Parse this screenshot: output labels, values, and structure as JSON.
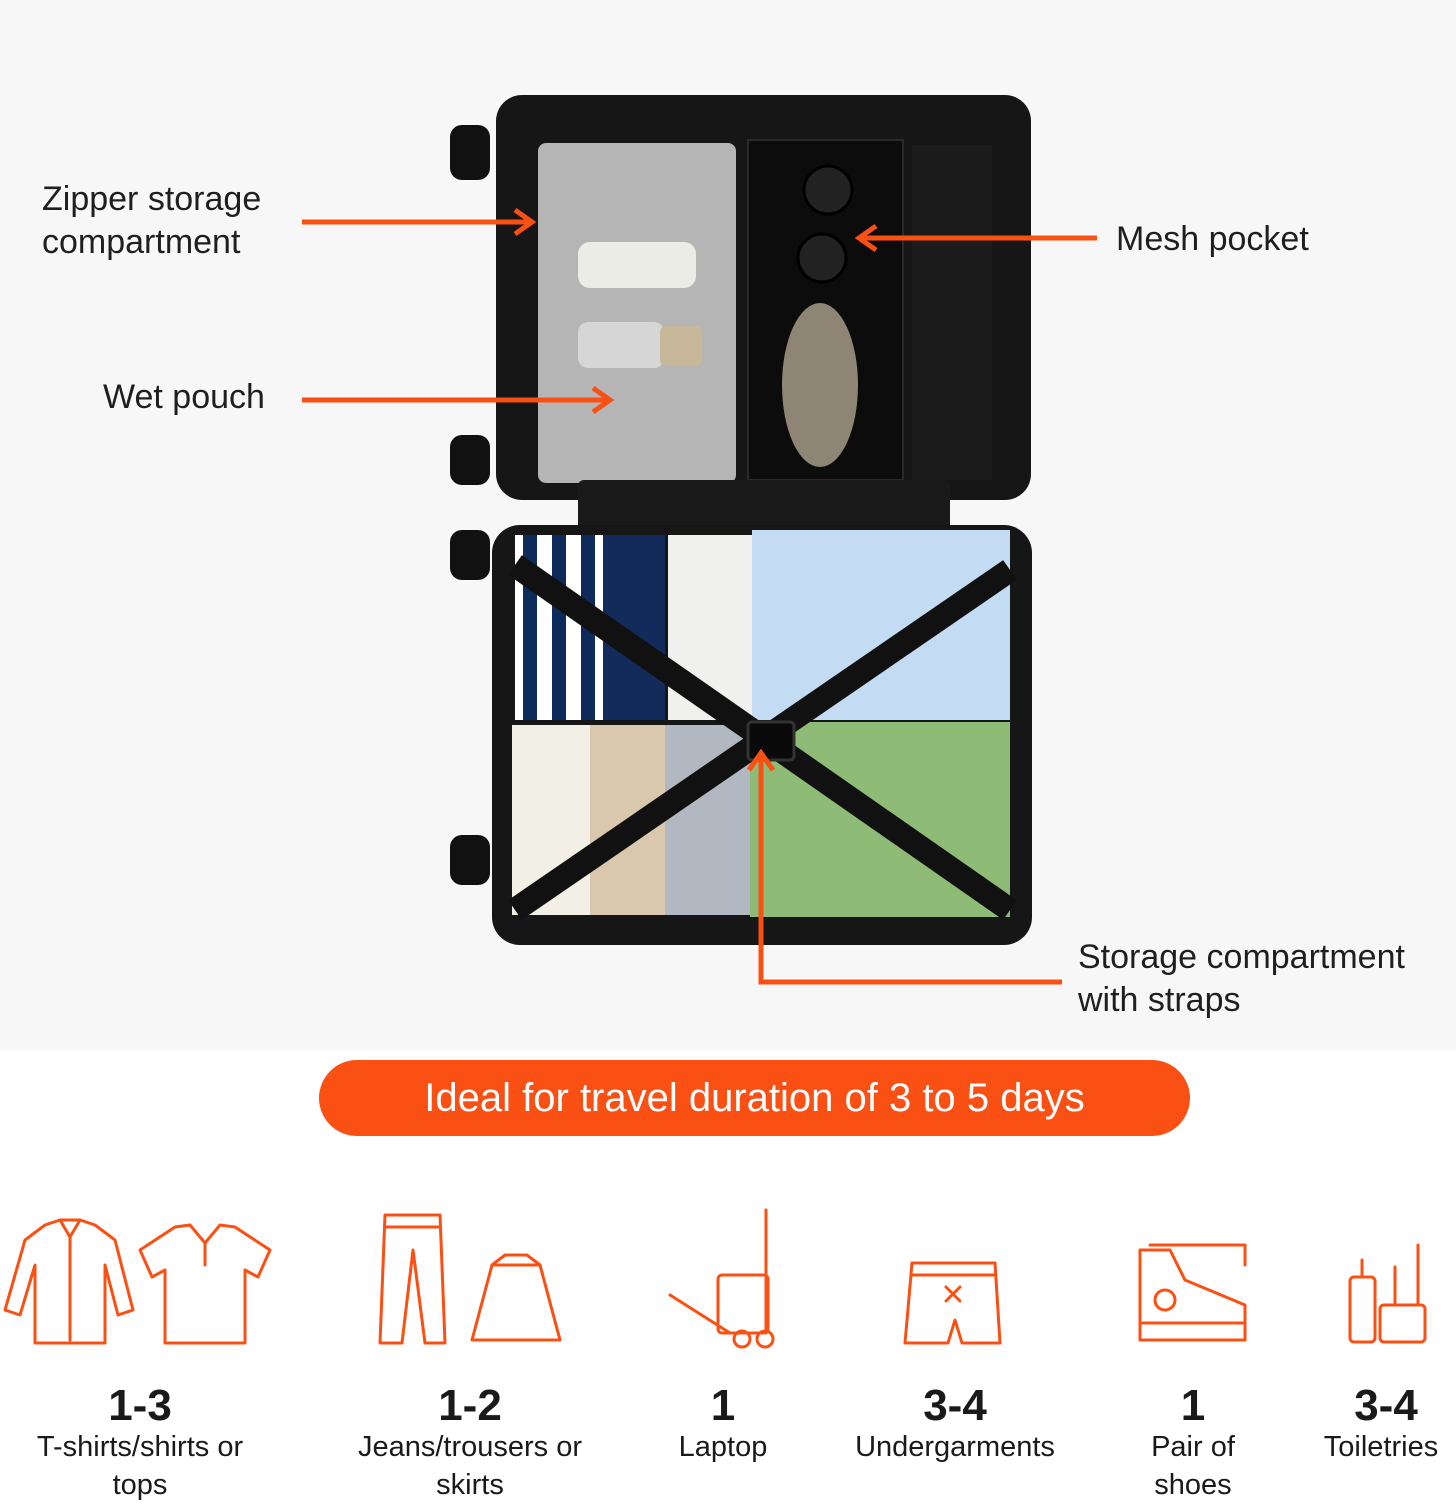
{
  "colors": {
    "accent": "#fa5014",
    "shell": "#161616",
    "banner_text": "#ffffff"
  },
  "callouts": [
    {
      "id": "zipper",
      "text": "Zipper storage\ncompartment"
    },
    {
      "id": "wet",
      "text": "Wet pouch"
    },
    {
      "id": "mesh",
      "text": "Mesh pocket"
    },
    {
      "id": "straps",
      "text": "Storage compartment\nwith straps"
    }
  ],
  "banner": {
    "text": "Ideal for travel duration of 3 to 5 days"
  },
  "items": [
    {
      "count": "1-3",
      "label": "T-shirts/shirts or\ntops",
      "icon": "shirt-icon"
    },
    {
      "count": "1-2",
      "label": "Jeans/trousers or\nskirts",
      "icon": "trousers-icon"
    },
    {
      "count": "1",
      "label": "Laptop",
      "icon": "laptop-icon"
    },
    {
      "count": "3-4",
      "label": "Undergarments",
      "icon": "undergarment-icon"
    },
    {
      "count": "1",
      "label": "Pair of\nshoes",
      "icon": "shoe-icon"
    },
    {
      "count": "3-4",
      "label": "Toiletries",
      "icon": "toiletries-icon"
    }
  ]
}
